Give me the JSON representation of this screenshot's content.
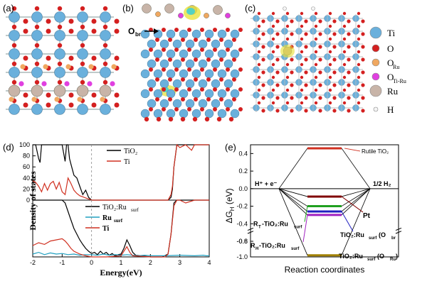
{
  "panel_labels": {
    "a": "(a)",
    "b": "(b)",
    "c": "(c)",
    "d": "(d)",
    "e": "(e)"
  },
  "structure": {
    "obr_label": "O",
    "obr_sub": "br"
  },
  "atom_legend": [
    {
      "symbol": "Ti",
      "sub": "",
      "color": "#6ab0dc",
      "size": "large"
    },
    {
      "symbol": "O",
      "sub": "",
      "color": "#d42020",
      "size": "medium"
    },
    {
      "symbol": "O",
      "sub": "Ru",
      "color": "#f0a860",
      "size": "medium"
    },
    {
      "symbol": "O",
      "sub": "Ti-Ru",
      "color": "#e040e0",
      "size": "medium"
    },
    {
      "symbol": "Ru",
      "sub": "",
      "color": "#c8b4a8",
      "size": "large"
    },
    {
      "symbol": "H",
      "sub": "",
      "color": "#f4f4f4",
      "size": "small"
    }
  ],
  "chart_data": [
    {
      "type": "line",
      "panel": "d-top",
      "ylabel": "Density of states",
      "xlabel": "Energy(eV)",
      "xlim": [
        -2,
        4
      ],
      "ylim": [
        0,
        100
      ],
      "xticks": [
        "-2",
        "-1",
        "0",
        "1",
        "2",
        "3",
        "4"
      ],
      "yticks": [
        "0",
        "20",
        "40",
        "60",
        "80",
        "100"
      ],
      "legend": [
        "TiO2",
        "Ti"
      ],
      "series": [
        {
          "name": "TiO2",
          "color": "#000000",
          "x": [
            -2.0,
            -1.9,
            -1.8,
            -1.75,
            -1.7,
            -1.6,
            -1.5,
            -1.3,
            -1.1,
            -1.0,
            -0.9,
            -0.85,
            -0.8,
            -0.75,
            -0.7,
            -0.6,
            -0.5,
            -0.4,
            -0.3,
            -0.2,
            -0.1,
            0.0,
            0.2,
            0.5,
            1.0,
            2.0,
            2.4,
            2.6,
            2.7,
            2.75,
            2.8,
            2.9,
            3.0,
            3.5,
            4.0
          ],
          "y": [
            100,
            100,
            75,
            68,
            100,
            100,
            100,
            100,
            100,
            100,
            70,
            100,
            100,
            75,
            65,
            45,
            40,
            25,
            10,
            18,
            5,
            0,
            0,
            0,
            0,
            0,
            0,
            0,
            5,
            20,
            60,
            100,
            100,
            100,
            100
          ]
        },
        {
          "name": "Ti",
          "color": "#d03020",
          "x": [
            -2.0,
            -1.9,
            -1.8,
            -1.7,
            -1.6,
            -1.5,
            -1.4,
            -1.3,
            -1.2,
            -1.1,
            -1.0,
            -0.9,
            -0.8,
            -0.7,
            -0.6,
            -0.5,
            -0.4,
            -0.3,
            -0.2,
            -0.1,
            0.0,
            0.5,
            1.0,
            2.0,
            2.5,
            2.6,
            2.7,
            2.75,
            2.8,
            2.9,
            3.0,
            3.2,
            3.4,
            3.5,
            3.8,
            3.9,
            4.0
          ],
          "y": [
            35,
            32,
            25,
            15,
            30,
            18,
            30,
            34,
            20,
            32,
            15,
            10,
            40,
            30,
            18,
            12,
            8,
            6,
            4,
            2,
            0,
            0,
            0,
            0,
            0,
            0,
            10,
            25,
            60,
            100,
            95,
            100,
            90,
            100,
            100,
            100,
            100
          ]
        }
      ]
    },
    {
      "type": "line",
      "panel": "d-bottom",
      "xlabel": "Energy(eV)",
      "xlim": [
        -2,
        4
      ],
      "legend": [
        "TiO2:Rusurf",
        "Rusurf",
        "Ti"
      ],
      "series": [
        {
          "name": "TiO2:Rusurf",
          "color": "#000000",
          "x": [
            -2.0,
            -1.0,
            -0.9,
            -0.8,
            -0.7,
            -0.6,
            -0.5,
            -0.4,
            -0.3,
            -0.2,
            -0.1,
            0.0,
            0.1,
            0.2,
            0.3,
            0.4,
            0.5,
            0.6,
            0.7,
            0.8,
            0.9,
            1.0,
            1.1,
            1.2,
            1.3,
            1.4,
            1.5,
            2.0,
            2.4,
            2.6,
            2.7,
            2.8,
            2.9,
            3.0,
            3.5,
            3.9,
            4.0
          ],
          "y": [
            100,
            100,
            95,
            80,
            65,
            50,
            40,
            30,
            22,
            15,
            10,
            6,
            8,
            4,
            10,
            5,
            8,
            3,
            6,
            2,
            4,
            5,
            15,
            30,
            20,
            8,
            3,
            0,
            0,
            5,
            40,
            95,
            100,
            100,
            100,
            100,
            100
          ]
        },
        {
          "name": "Rusurf",
          "color": "#20a0c0",
          "x": [
            -2.0,
            -1.8,
            -1.6,
            -1.4,
            -1.2,
            -1.0,
            -0.8,
            -0.6,
            -0.4,
            -0.2,
            0.0,
            0.2,
            0.4,
            0.6,
            0.8,
            1.0,
            1.2,
            1.4,
            1.6,
            1.8,
            2.0,
            2.5,
            3.0,
            3.5,
            3.8,
            3.9,
            4.0
          ],
          "y": [
            5,
            8,
            4,
            7,
            5,
            6,
            4,
            5,
            3,
            4,
            4,
            3,
            5,
            3,
            4,
            3,
            4,
            3,
            2,
            3,
            2,
            2,
            3,
            2,
            3,
            2,
            2
          ]
        },
        {
          "name": "Ti",
          "color": "#d03020",
          "x": [
            -2.0,
            -1.8,
            -1.6,
            -1.4,
            -1.2,
            -1.0,
            -0.9,
            -0.8,
            -0.7,
            -0.6,
            -0.4,
            -0.2,
            0.0,
            0.5,
            1.0,
            1.1,
            1.2,
            1.3,
            1.4,
            2.0,
            2.5,
            2.6,
            2.7,
            2.8,
            2.9,
            3.0,
            3.2,
            3.5,
            3.8,
            3.9,
            4.0
          ],
          "y": [
            20,
            25,
            22,
            28,
            30,
            32,
            28,
            22,
            15,
            10,
            5,
            2,
            0,
            0,
            2,
            10,
            18,
            8,
            2,
            0,
            0,
            5,
            40,
            90,
            100,
            100,
            95,
            100,
            100,
            100,
            100
          ]
        }
      ]
    },
    {
      "type": "line",
      "panel": "e",
      "ylabel": "ΔG",
      "ylabel_sub": "H",
      "ylabel_unit": "(eV)",
      "xlabel": "Reaction coordinates",
      "ylim": [
        -1.0,
        0.5
      ],
      "yticks": [
        "0.4",
        "0.2",
        "0.0",
        "-0.2",
        "-0.4",
        "-0.6",
        "-0.8",
        "-1.0"
      ],
      "left_state": "H⁺ + e⁻",
      "right_state": "1/2 H₂",
      "levels": [
        {
          "name": "Rutile TiO₂",
          "value": 0.46,
          "color": "#d03020"
        },
        {
          "name": "Pt",
          "value": -0.09,
          "color": "#800000"
        },
        {
          "name": "R_T-TiO₂:Ru_surf",
          "value": -0.2,
          "color": "#20a020"
        },
        {
          "name": "TiO₂:Ru_surf (O_br)",
          "value": -0.26,
          "color": "#2020c0"
        },
        {
          "name": "R_H-TiO₂:Ru_surf",
          "value": -0.3,
          "color": "#a020c0"
        },
        {
          "name": "TiO₂:Ru_surf (O_Ru)",
          "value": -0.98,
          "color": "#a08000"
        }
      ]
    }
  ],
  "text": {
    "d_legend_top_1": "TiO₂",
    "d_legend_top_2": "Ti",
    "d_legend_bot_1": "TiO₂:Ru",
    "d_legend_bot_1_sub": "surf",
    "d_legend_bot_2": "Ru",
    "d_legend_bot_2_sub": "surf",
    "d_legend_bot_3": "Ti",
    "e_rutile": "Rutile TiO₂",
    "e_pt": "Pt",
    "e_rt": "R",
    "e_rt_sub": "T",
    "e_rt_rest": "-TiO₂:Ru",
    "e_rt_surf": "surf",
    "e_rh": "R",
    "e_rh_sub": "H",
    "e_rh_rest": "-TiO₂:Ru",
    "e_rh_surf": "surf",
    "e_obr": "TiO₂:Ru",
    "e_obr_surf": "surf",
    "e_obr_tail": " (O",
    "e_obr_tail_sub": "br",
    "e_oru": "TiO₂:Ru",
    "e_oru_surf": "surf",
    "e_oru_tail": " (O",
    "e_oru_tail_sub": "Ru",
    "close_paren": ")"
  }
}
